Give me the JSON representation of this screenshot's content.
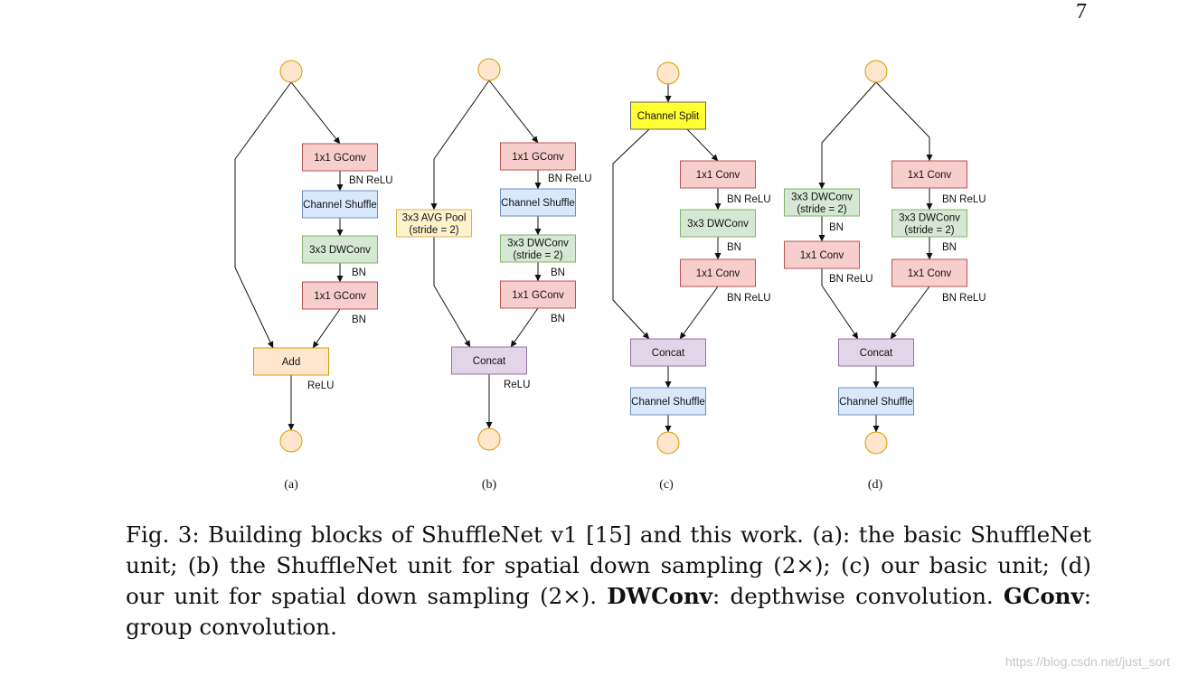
{
  "page_number": "7",
  "diagrams": [
    {
      "id": "a",
      "label": "(a)",
      "nodes": [
        {
          "id": "in",
          "shape": "circle"
        },
        {
          "id": "n1",
          "text": [
            "1x1 GConv"
          ],
          "style": "pink"
        },
        {
          "id": "n2",
          "text": [
            "Channel Shuffle"
          ],
          "style": "blue"
        },
        {
          "id": "n3",
          "text": [
            "3x3 DWConv"
          ],
          "style": "green"
        },
        {
          "id": "n4",
          "text": [
            "1x1 GConv"
          ],
          "style": "pink"
        },
        {
          "id": "merge",
          "text": [
            "Add"
          ],
          "style": "orange"
        },
        {
          "id": "out",
          "shape": "circle"
        }
      ],
      "edge_labels": [
        "BN ReLU",
        "BN",
        "BN",
        "ReLU"
      ]
    },
    {
      "id": "b",
      "label": "(b)",
      "nodes": [
        {
          "id": "in",
          "shape": "circle"
        },
        {
          "id": "pool",
          "text": [
            "3x3 AVG Pool",
            "(stride = 2)"
          ],
          "style": "yellow"
        },
        {
          "id": "n1",
          "text": [
            "1x1 GConv"
          ],
          "style": "pink"
        },
        {
          "id": "n2",
          "text": [
            "Channel Shuffle"
          ],
          "style": "blue"
        },
        {
          "id": "n3",
          "text": [
            "3x3 DWConv",
            "(stride = 2)"
          ],
          "style": "green"
        },
        {
          "id": "n4",
          "text": [
            "1x1 GConv"
          ],
          "style": "pink"
        },
        {
          "id": "merge",
          "text": [
            "Concat"
          ],
          "style": "purple"
        },
        {
          "id": "out",
          "shape": "circle"
        }
      ],
      "edge_labels": [
        "BN ReLU",
        "BN",
        "BN",
        "ReLU"
      ]
    },
    {
      "id": "c",
      "label": "(c)",
      "nodes": [
        {
          "id": "in",
          "shape": "circle"
        },
        {
          "id": "split",
          "text": [
            "Channel Split"
          ],
          "style": "brightyellow"
        },
        {
          "id": "n1",
          "text": [
            "1x1 Conv"
          ],
          "style": "pink"
        },
        {
          "id": "n2",
          "text": [
            "3x3 DWConv"
          ],
          "style": "green"
        },
        {
          "id": "n3",
          "text": [
            "1x1 Conv"
          ],
          "style": "pink"
        },
        {
          "id": "merge",
          "text": [
            "Concat"
          ],
          "style": "purple"
        },
        {
          "id": "shuffle",
          "text": [
            "Channel Shuffle"
          ],
          "style": "blue"
        },
        {
          "id": "out",
          "shape": "circle"
        }
      ],
      "edge_labels": [
        "BN ReLU",
        "BN",
        "BN ReLU"
      ]
    },
    {
      "id": "d",
      "label": "(d)",
      "nodes": [
        {
          "id": "in",
          "shape": "circle"
        },
        {
          "id": "l1",
          "text": [
            "3x3 DWConv",
            "(stride = 2)"
          ],
          "style": "green"
        },
        {
          "id": "l2",
          "text": [
            "1x1 Conv"
          ],
          "style": "pink"
        },
        {
          "id": "r1",
          "text": [
            "1x1 Conv"
          ],
          "style": "pink"
        },
        {
          "id": "r2",
          "text": [
            "3x3 DWConv",
            "(stride = 2)"
          ],
          "style": "green"
        },
        {
          "id": "r3",
          "text": [
            "1x1 Conv"
          ],
          "style": "pink"
        },
        {
          "id": "merge",
          "text": [
            "Concat"
          ],
          "style": "purple"
        },
        {
          "id": "shuffle",
          "text": [
            "Channel Shuffle"
          ],
          "style": "blue"
        },
        {
          "id": "out",
          "shape": "circle"
        }
      ],
      "edge_labels": [
        "BN",
        "BN ReLU",
        "BN ReLU",
        "BN",
        "BN ReLU"
      ]
    }
  ],
  "styles": {
    "pink": {
      "fill": "#f8cecc",
      "stroke": "#b85450"
    },
    "blue": {
      "fill": "#dae8fc",
      "stroke": "#6c8ebf"
    },
    "green": {
      "fill": "#d5e8d4",
      "stroke": "#82b366"
    },
    "orange": {
      "fill": "#ffe6cc",
      "stroke": "#d79b00"
    },
    "purple": {
      "fill": "#e1d5e7",
      "stroke": "#9673a6"
    },
    "yellow": {
      "fill": "#fff2cc",
      "stroke": "#d6b656"
    },
    "brightyellow": {
      "fill": "#ffff33",
      "stroke": "#666666"
    },
    "circle": {
      "fill": "#ffe6cc",
      "stroke": "#d79b00"
    }
  },
  "caption": {
    "fig": "Fig. 3:",
    "part1": " Building blocks of ShuffleNet v1 [15] and this work. (a): the basic ShuffleNet unit; (b) the ShuffleNet unit for spatial down sampling (2×); (c) our basic unit; (d) our unit for spatial down sampling (2×). ",
    "term1": "DWConv",
    "part2": ": depthwise convolution. ",
    "term2": "GConv",
    "part3": ": group convolution."
  },
  "watermark": "https://blog.csdn.net/just_sort"
}
